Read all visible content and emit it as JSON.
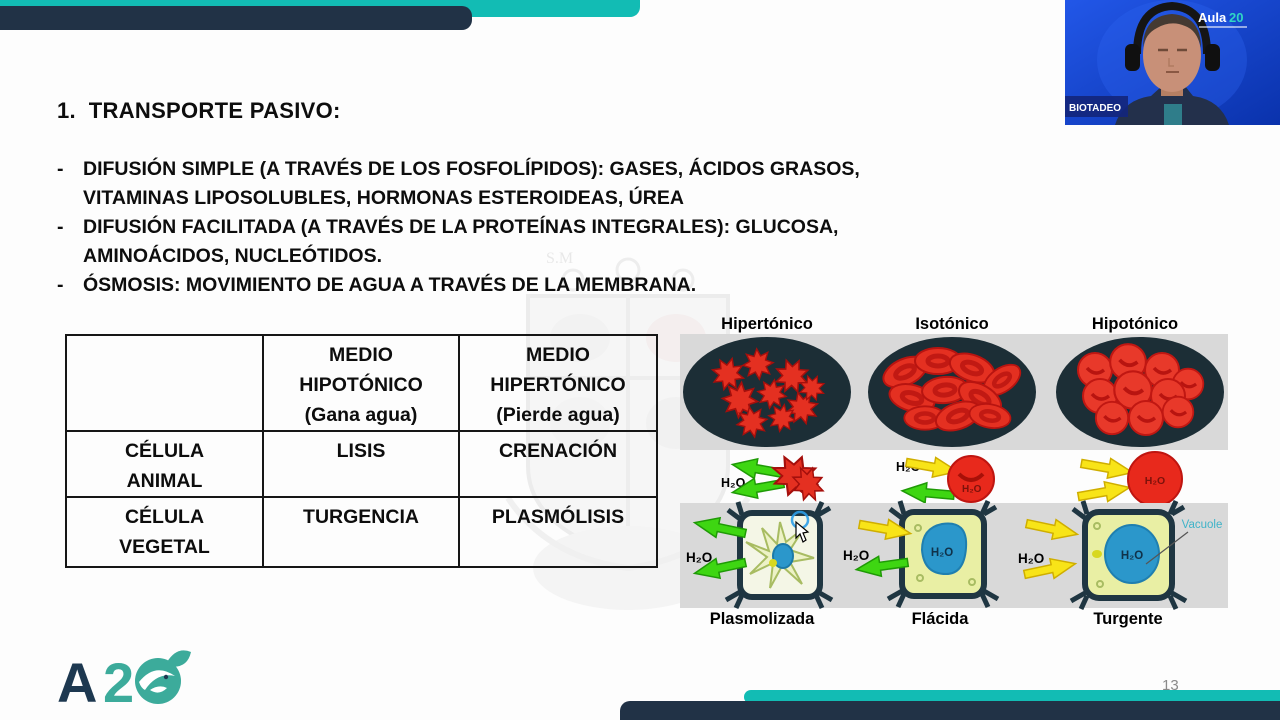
{
  "slide": {
    "title": "1.  TRANSPORTE PASIVO:",
    "bullet_dash": "-",
    "bullets": [
      "DIFUSIÓN SIMPLE (A TRAVÉS DE LOS FOSFOLÍPIDOS): GASES, ÁCIDOS GRASOS,\nVITAMINAS LIPOSOLUBLES, HORMONAS ESTEROIDEAS, ÚREA",
      "DIFUSIÓN FACILITADA (A TRAVÉS DE LA PROTEÍNAS INTEGRALES): GLUCOSA,\nAMINOÁCIDOS, NUCLEÓTIDOS.",
      "ÓSMOSIS: MOVIMIENTO DE AGUA A TRAVÉS DE LA MEMBRANA."
    ],
    "page_number": "13",
    "watermark_text": "S.M"
  },
  "table": {
    "corner": "",
    "col_hypo": "MEDIO\nHIPOTÓNICO\n(Gana agua)",
    "col_hyper": "MEDIO\nHIPERTÓNICO\n(Pierde agua)",
    "rows": [
      {
        "label": "CÉLULA\nANIMAL",
        "hypo": "LISIS",
        "hyper": "CRENACIÓN"
      },
      {
        "label": "CÉLULA\nVEGETAL",
        "hypo": "TURGENCIA",
        "hyper": "PLASMÓLISIS"
      }
    ]
  },
  "diagram": {
    "top_labels": [
      "Hipertónico",
      "Isotónico",
      "Hipotónico"
    ],
    "bottom_labels": [
      "Plasmolizada",
      "Flácida",
      "Turgente"
    ],
    "h2o": "H₂O",
    "vacuole": "Vacuole"
  },
  "webcam": {
    "name": "BIOTADEO",
    "logo_text": "Aula",
    "logo_number": "20"
  },
  "footer": {
    "logo_a": "A",
    "logo_2": "2"
  },
  "colors": {
    "teal_accent": "#12bcb4",
    "navy_accent": "#213246",
    "webcam_blue": "#1547cd",
    "cell_red": "#e43021",
    "arrow_green": "#3ed612",
    "arrow_yellow": "#f8e418",
    "vacuole_blue": "#2b97cb"
  }
}
